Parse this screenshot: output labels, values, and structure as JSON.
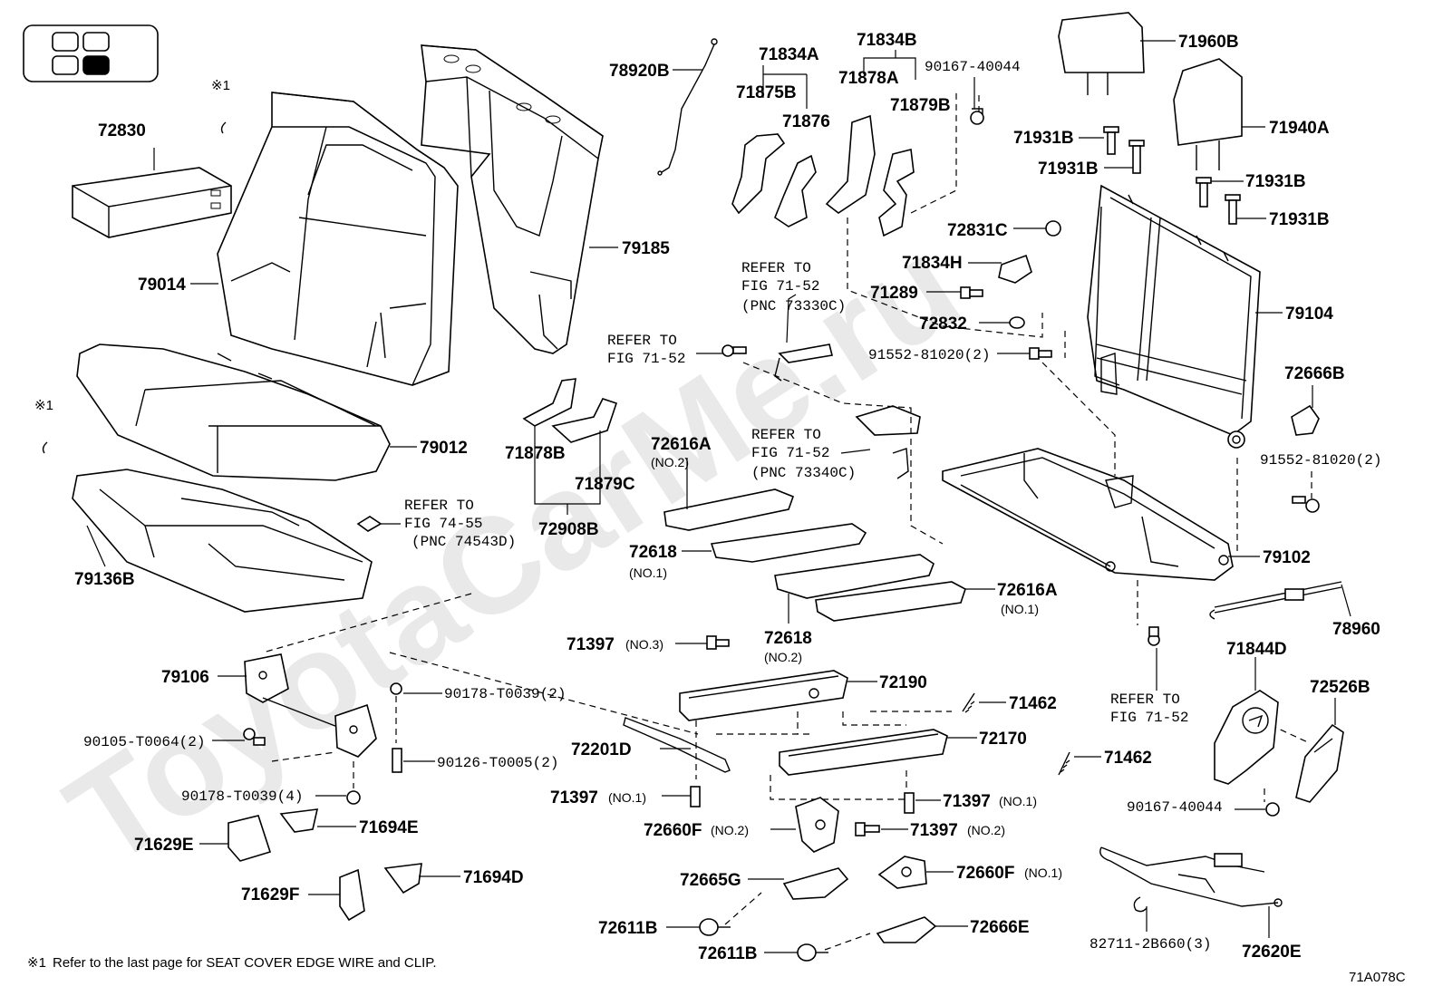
{
  "diagram_code": "71A078C",
  "footnote_mark": "※1",
  "footnote_text": "Refer to the last page for SEAT COVER EDGE WIRE and CLIP.",
  "watermark": "ToyotaCarMe.ru",
  "locator": {
    "cells": 4,
    "highlighted_cell": "bottom-right"
  },
  "callouts": {
    "c72830": "72830",
    "c79014": "79014",
    "c79185": "79185",
    "c79012": "79012",
    "c79136B": "79136B",
    "ref1": "※1",
    "ref2": "※1",
    "c78920B": "78920B",
    "c71834A": "71834A",
    "c71875B": "71875B",
    "c71876": "71876",
    "c71834B": "71834B",
    "c71878A": "71878A",
    "c71879B": "71879B",
    "c9016740044a": "90167-40044",
    "c71960B": "71960B",
    "c71940A": "71940A",
    "c71931B_1": "71931B",
    "c71931B_2": "71931B",
    "c71931B_3": "71931B",
    "c71931B_4": "71931B",
    "c72831C": "72831C",
    "c71834H": "71834H",
    "c71289": "71289",
    "c72832": "72832",
    "c9155281020a": "91552-81020(2)",
    "c79104": "79104",
    "c72666B": "72666B",
    "c9155281020b": "91552-81020(2)",
    "ref_fig_71_52_a_1": "REFER TO",
    "ref_fig_71_52_a_2": "FIG 71-52",
    "ref_fig_71_52_a_3": "(PNC 73330C)",
    "ref_fig_71_52_b_1": "REFER TO",
    "ref_fig_71_52_b_2": "FIG 71-52",
    "ref_fig_71_52_c_1": "REFER TO",
    "ref_fig_71_52_c_2": "FIG 71-52",
    "ref_fig_71_52_c_3": "(PNC 73340C)",
    "ref_fig_71_52_d_1": "REFER TO",
    "ref_fig_71_52_d_2": "FIG 71-52",
    "ref_fig_74_55_1": "REFER TO",
    "ref_fig_74_55_2": "FIG 74-55",
    "ref_fig_74_55_3": "(PNC 74543D)",
    "c71878B": "71878B",
    "c71879C": "71879C",
    "c72908B": "72908B",
    "c72616A_2": "72616A",
    "c72616A_2_no": "(NO.2)",
    "c72618_1": "72618",
    "c72618_1_no": "(NO.1)",
    "c72616A_1": "72616A",
    "c72616A_1_no": "(NO.1)",
    "c72618_2": "72618",
    "c72618_2_no": "(NO.2)",
    "c79102": "79102",
    "c78960": "78960",
    "c79106": "79106",
    "c90178T0039_2": "90178-T0039(2)",
    "c90105T0064": "90105-T0064(2)",
    "c90126T0005": "90126-T0005(2)",
    "c90178T0039_4": "90178-T0039(4)",
    "c71629E": "71629E",
    "c71694E": "71694E",
    "c71629F": "71629F",
    "c71694D": "71694D",
    "c71397_no3": "71397",
    "c71397_no3_no": "(NO.3)",
    "c72190": "72190",
    "c71462a": "71462",
    "c72170": "72170",
    "c71462b": "71462",
    "c72201D": "72201D",
    "c71397_no1a": "71397",
    "c71397_no1a_no": "(NO.1)",
    "c71397_no1b": "71397",
    "c71397_no1b_no": "(NO.1)",
    "c72660F_2": "72660F",
    "c72660F_2_no": "(NO.2)",
    "c71397_no2": "71397",
    "c71397_no2_no": "(NO.2)",
    "c72660F_1": "72660F",
    "c72660F_1_no": "(NO.1)",
    "c72665G": "72665G",
    "c72611B_a": "72611B",
    "c72611B_b": "72611B",
    "c72666E": "72666E",
    "c71844D": "71844D",
    "c72526B": "72526B",
    "c9016740044b": "90167-40044",
    "c827112B660": "82711-2B660(3)",
    "c72620E": "72620E"
  }
}
